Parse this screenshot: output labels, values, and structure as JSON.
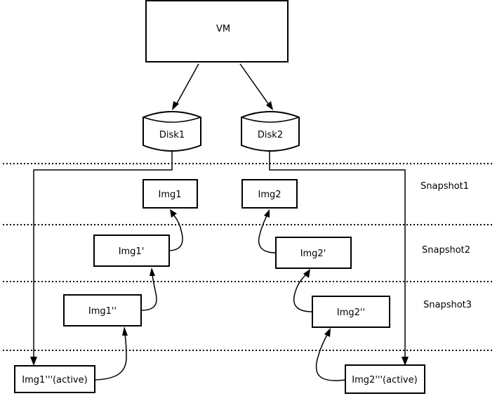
{
  "nodes": {
    "vm": "VM",
    "disk1": "Disk1",
    "disk2": "Disk2",
    "img1": "Img1",
    "img2": "Img2",
    "img1p": "Img1'",
    "img2p": "Img2'",
    "img1pp": "Img1''",
    "img2pp": "Img2''",
    "img1ppp": "Img1'''(active)",
    "img2ppp": "Img2'''(active)"
  },
  "snapshots": {
    "s1": "Snapshot1",
    "s2": "Snapshot2",
    "s3": "Snapshot3"
  }
}
